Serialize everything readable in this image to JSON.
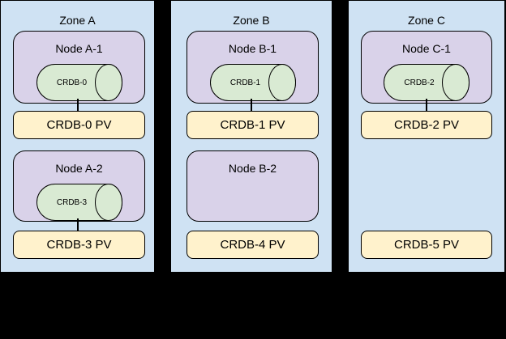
{
  "diagram": {
    "background": "#000000",
    "colors": {
      "zone_fill": "#cfe2f3",
      "node_fill": "#d9d2e9",
      "db_fill": "#d9ead3",
      "pv_fill": "#fff2cc",
      "border": "#000000",
      "text": "#000000"
    },
    "zones": [
      {
        "label": "Zone A",
        "slots": [
          {
            "node": "Node A-1",
            "db": "CRDB-0",
            "pv": "CRDB-0 PV",
            "connected": true
          },
          {
            "node": "Node A-2",
            "db": "CRDB-3",
            "pv": "CRDB-3 PV",
            "connected": true
          }
        ]
      },
      {
        "label": "Zone B",
        "slots": [
          {
            "node": "Node B-1",
            "db": "CRDB-1",
            "pv": "CRDB-1 PV",
            "connected": true
          },
          {
            "node": "Node B-2",
            "db": null,
            "pv": "CRDB-4 PV",
            "connected": false
          }
        ]
      },
      {
        "label": "Zone C",
        "slots": [
          {
            "node": "Node C-1",
            "db": "CRDB-2",
            "pv": "CRDB-2 PV",
            "connected": true
          },
          {
            "node": null,
            "db": null,
            "pv": "CRDB-5 PV",
            "connected": false
          }
        ]
      }
    ]
  }
}
